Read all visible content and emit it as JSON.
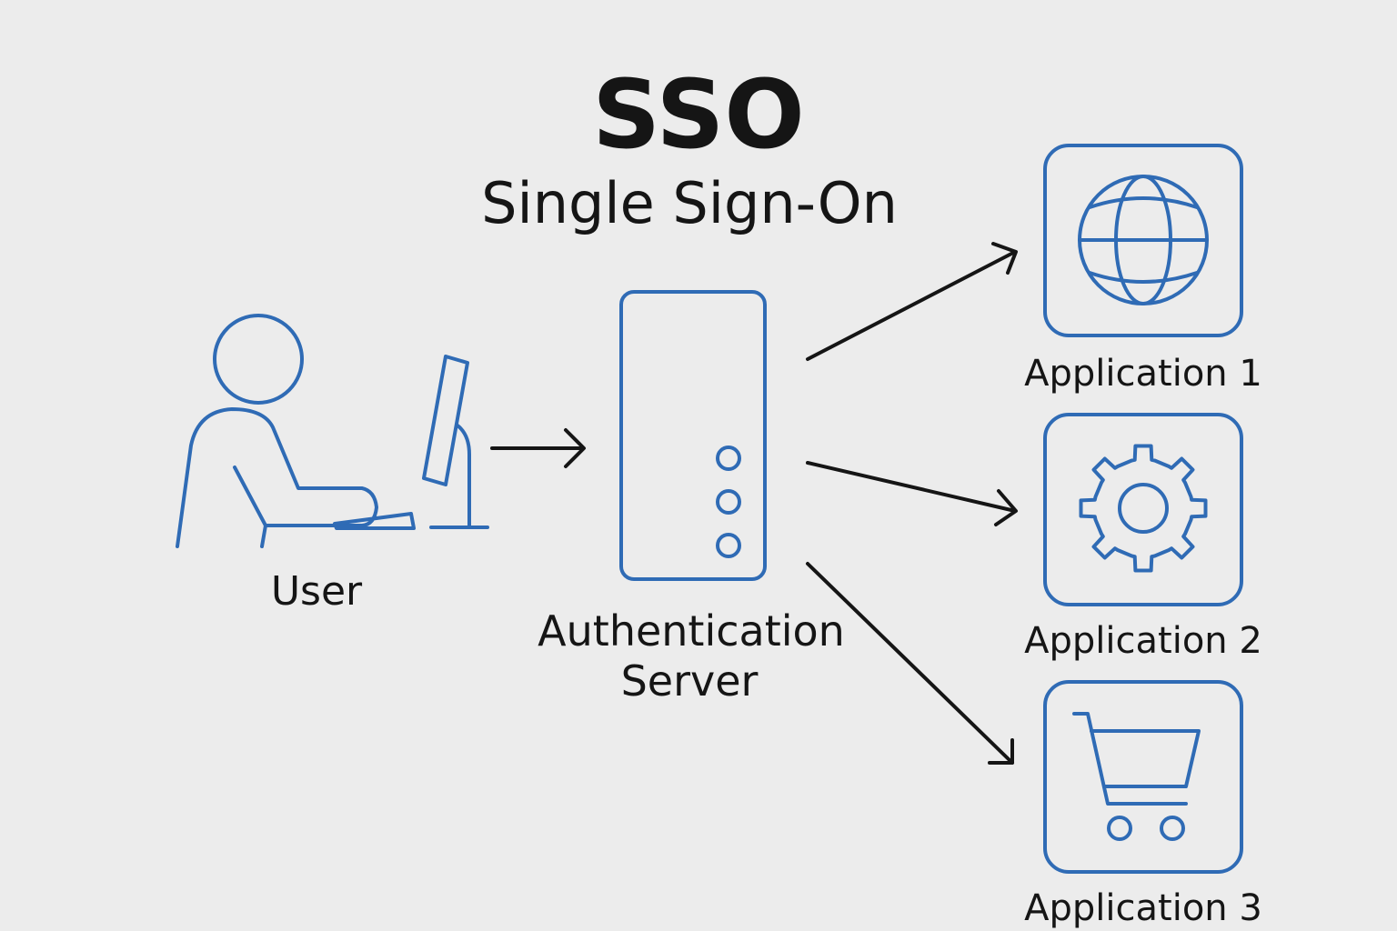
{
  "title": "SSO",
  "subtitle": "Single Sign-On",
  "nodes": {
    "user": {
      "label": "User",
      "icon": "user-at-computer-icon"
    },
    "server": {
      "label_line1": "Authentication",
      "label_line2": "Server",
      "icon": "server-icon"
    },
    "apps": [
      {
        "label": "Application 1",
        "icon": "globe-icon"
      },
      {
        "label": "Application 2",
        "icon": "gear-icon"
      },
      {
        "label": "Application 3",
        "icon": "shopping-cart-icon"
      }
    ]
  },
  "colors": {
    "background": "#ececec",
    "icon_stroke": "#2f6bb5",
    "text": "#151515",
    "arrow": "#151515"
  }
}
